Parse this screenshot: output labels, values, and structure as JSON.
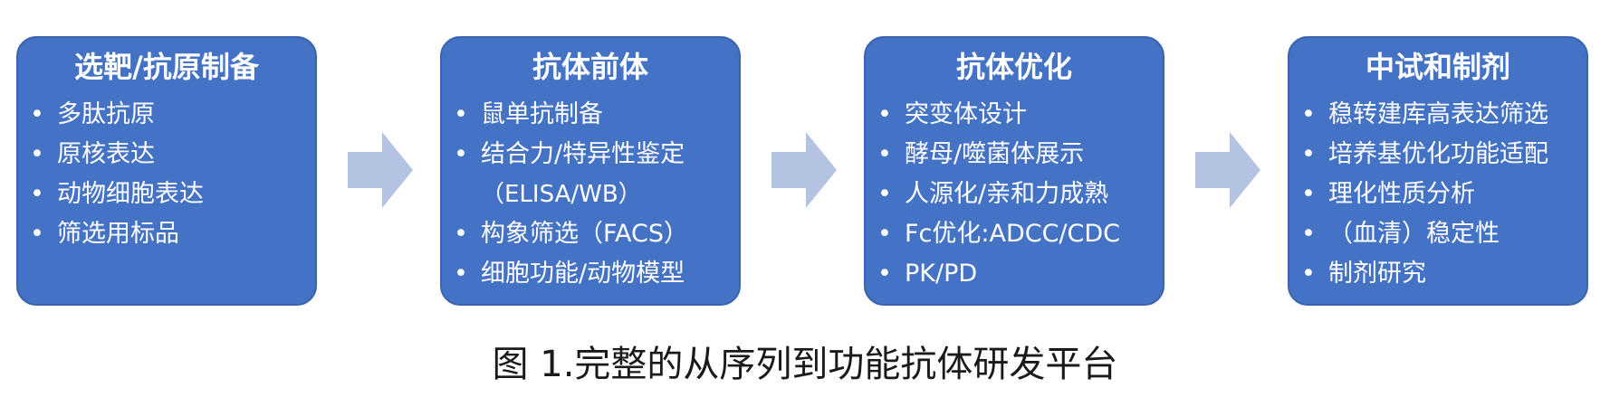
{
  "stages": [
    {
      "title": "选靶/抗原制备",
      "items": [
        {
          "text": "多肽抗原"
        },
        {
          "text": "原核表达"
        },
        {
          "text": "动物细胞表达"
        },
        {
          "text": "筛选用标品"
        }
      ]
    },
    {
      "title": "抗体前体",
      "items": [
        {
          "text": "鼠单抗制备"
        },
        {
          "text": "结合力/特异性鉴定",
          "sub": "（ELISA/WB）"
        },
        {
          "text": "构象筛选（FACS）"
        },
        {
          "text": "细胞功能/动物模型"
        }
      ]
    },
    {
      "title": "抗体优化",
      "items": [
        {
          "text": "突变体设计"
        },
        {
          "text": "酵母/噬菌体展示"
        },
        {
          "text": "人源化/亲和力成熟"
        },
        {
          "text": "Fc优化:ADCC/CDC"
        },
        {
          "text": "PK/PD"
        }
      ]
    },
    {
      "title": "中试和制剂",
      "items": [
        {
          "text": "稳转建库高表达筛选"
        },
        {
          "text": "培养基优化功能适配"
        },
        {
          "text": "理化性质分析"
        },
        {
          "text": "（血清）稳定性"
        },
        {
          "text": "制剂研究"
        }
      ]
    }
  ],
  "bullet_char": "•",
  "caption": "图 1.完整的从序列到功能抗体研发平台",
  "colors": {
    "box_fill": "#4472c4",
    "box_border": "#3a62ad",
    "arrow_fill": "#b4c3e2",
    "text_on_box": "#ffffff",
    "caption_text": "#1a1a1a"
  },
  "icons": [
    "right-arrow-icon"
  ]
}
